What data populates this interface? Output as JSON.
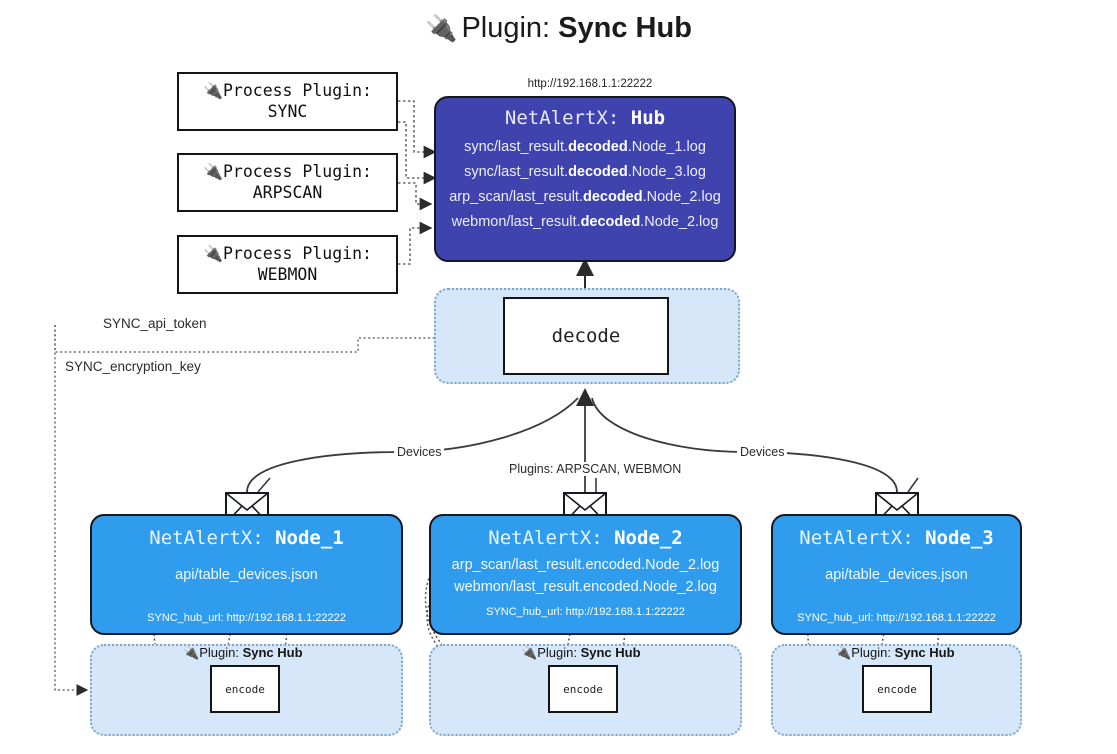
{
  "header": {
    "plug_icon": "plug-icon",
    "prefix": "Plugin:",
    "name": "Sync Hub"
  },
  "hub": {
    "url_label": "http://192.168.1.1:22222",
    "title_prefix": "NetAlertX:",
    "title_name": "Hub",
    "logs": [
      {
        "pre": "sync/last_result.",
        "mid": "decoded",
        "post": ".Node_1.log"
      },
      {
        "pre": "sync/last_result.",
        "mid": "decoded",
        "post": ".Node_3.log"
      },
      {
        "pre": "arp_scan/last_result.",
        "mid": "decoded",
        "post": ".Node_2.log"
      },
      {
        "pre": "webmon/last_result.",
        "mid": "decoded",
        "post": ".Node_2.log"
      }
    ]
  },
  "process_plugins": [
    {
      "line1": "Process Plugin:",
      "line2": "SYNC",
      "icon": "plug-icon"
    },
    {
      "line1": "Process Plugin:",
      "line2": "ARPSCAN",
      "icon": "plug-icon"
    },
    {
      "line1": "Process Plugin:",
      "line2": "WEBMON",
      "icon": "plug-icon"
    }
  ],
  "decode": {
    "label": "decode"
  },
  "params": {
    "api_token": "SYNC_api_token",
    "encryption_key": "SYNC_encryption_key"
  },
  "edge_labels": {
    "devices_left": "Devices",
    "plugins_center": "Plugins: ARPSCAN, WEBMON",
    "devices_right": "Devices"
  },
  "nodes": [
    {
      "title_prefix": "NetAlertX:",
      "title_name": "Node_1",
      "resources": [
        "api/table_devices.json"
      ],
      "hub_url": "SYNC_hub_url: http://192.168.1.1:22222",
      "envelope": "envelope-icon"
    },
    {
      "title_prefix": "NetAlertX:",
      "title_name": "Node_2",
      "resources": [
        "arp_scan/last_result.encoded.Node_2.log",
        "webmon/last_result.encoded.Node_2.log"
      ],
      "hub_url": "SYNC_hub_url: http://192.168.1.1:22222",
      "envelope": "envelope-icon"
    },
    {
      "title_prefix": "NetAlertX:",
      "title_name": "Node_3",
      "resources": [
        "api/table_devices.json"
      ],
      "hub_url": "SYNC_hub_url: http://192.168.1.1:22222",
      "envelope": "envelope-icon"
    }
  ],
  "encoders": [
    {
      "plugin_prefix": "Plugin:",
      "plugin_name": "Sync Hub",
      "label": "encode",
      "icon": "plug-icon"
    },
    {
      "plugin_prefix": "Plugin:",
      "plugin_name": "Sync Hub",
      "label": "encode",
      "icon": "plug-icon"
    },
    {
      "plugin_prefix": "Plugin:",
      "plugin_name": "Sync Hub",
      "label": "encode",
      "icon": "plug-icon"
    }
  ],
  "colors": {
    "hub_fill": "#3f43ad",
    "node_fill": "#2f9ced",
    "band_fill": "#d6e7f9",
    "band_border": "#7ba7cd",
    "outline": "#16181f"
  }
}
